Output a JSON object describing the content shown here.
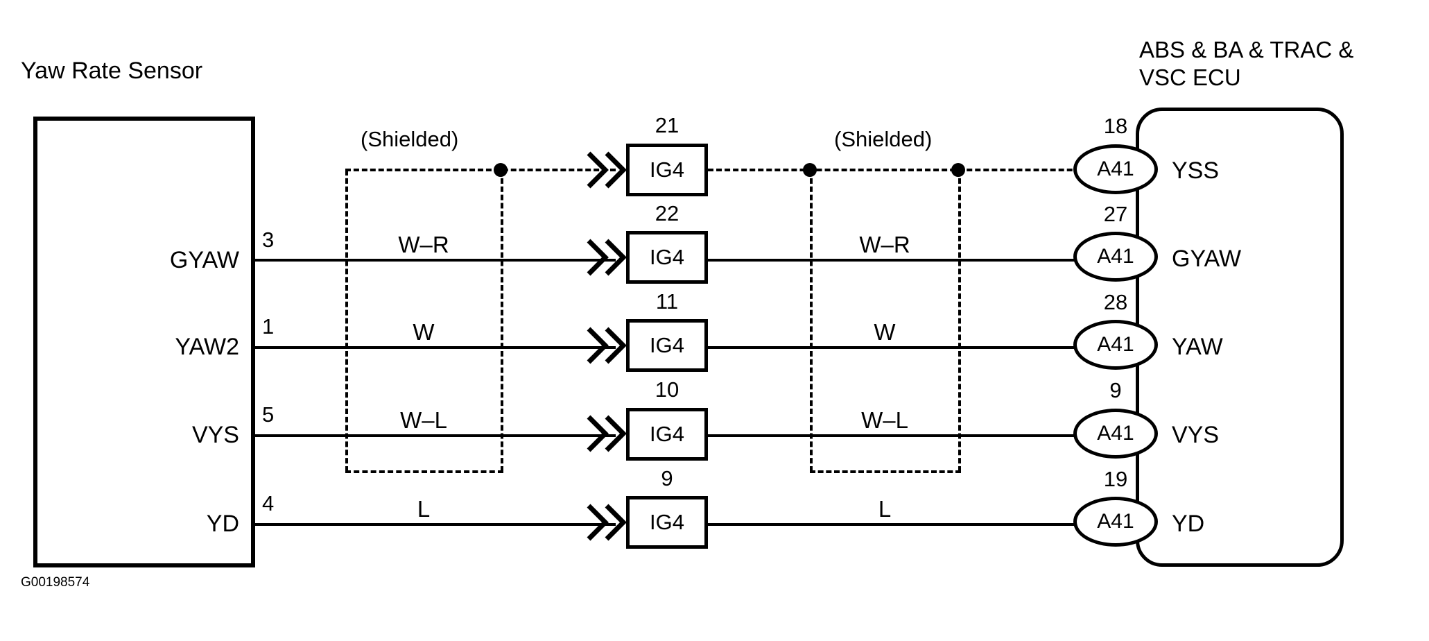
{
  "diagram": {
    "figure_code": "G00198574",
    "sensor": {
      "title": "Yaw Rate Sensor",
      "pins": [
        {
          "signal": "GYAW",
          "pin": "3"
        },
        {
          "signal": "YAW2",
          "pin": "1"
        },
        {
          "signal": "VYS",
          "pin": "5"
        },
        {
          "signal": "YD",
          "pin": "4"
        }
      ]
    },
    "ecu": {
      "title_line1": "ABS & BA & TRAC &",
      "title_line2": "VSC ECU",
      "connector": "A41",
      "pins": [
        {
          "pin": "18",
          "signal": "YSS"
        },
        {
          "pin": "27",
          "signal": "GYAW"
        },
        {
          "pin": "28",
          "signal": "YAW"
        },
        {
          "pin": "9",
          "signal": "VYS"
        },
        {
          "pin": "19",
          "signal": "YD"
        }
      ]
    },
    "junction": {
      "name": "IG4",
      "pins": [
        "21",
        "22",
        "11",
        "10",
        "9"
      ],
      "labels": [
        "IG4",
        "IG4",
        "IG4",
        "IG4",
        "IG4"
      ]
    },
    "shield": {
      "left_label": "(Shielded)",
      "right_label": "(Shielded)"
    },
    "wires": {
      "left": [
        "W–R",
        "W",
        "W–L",
        "L"
      ],
      "right": [
        "W–R",
        "W",
        "W–L",
        "L"
      ]
    }
  }
}
